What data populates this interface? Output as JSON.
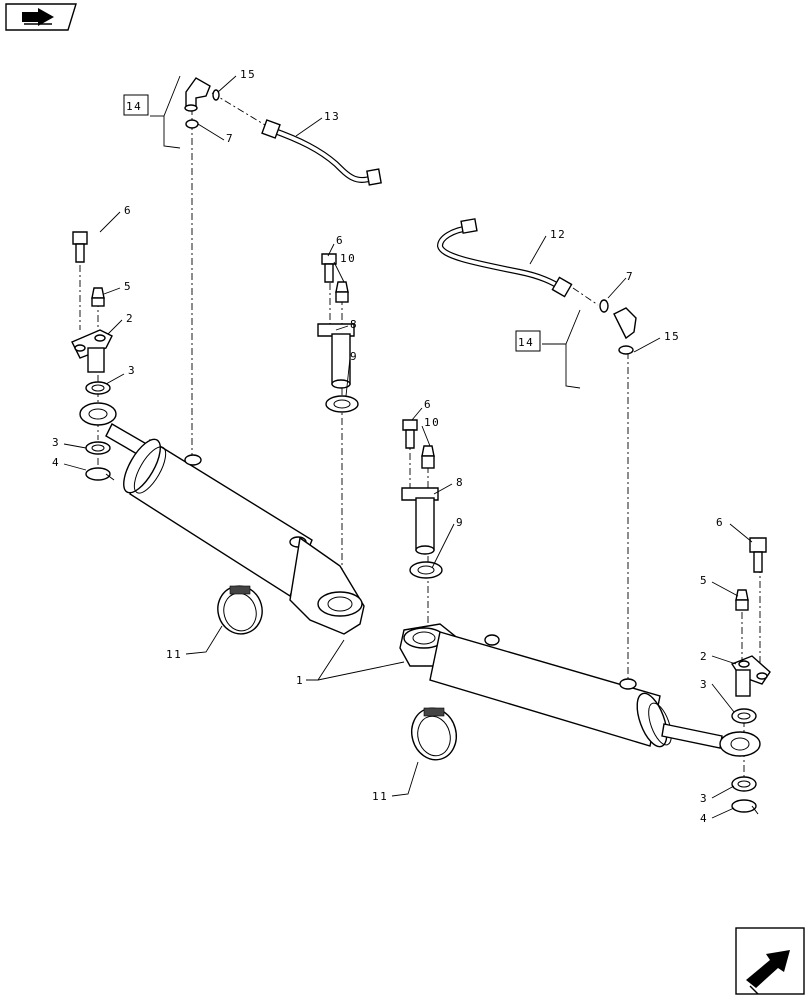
{
  "callouts": {
    "c1": "1",
    "c2a": "2",
    "c2b": "2",
    "c3a": "3",
    "c3b": "3",
    "c3c": "3",
    "c3d": "3",
    "c4a": "4",
    "c4b": "4",
    "c5a": "5",
    "c5b": "5",
    "c6a": "6",
    "c6b": "6",
    "c6c": "6",
    "c6d": "6",
    "c7a": "7",
    "c7b": "7",
    "c8a": "8",
    "c8b": "8",
    "c9a": "9",
    "c9b": "9",
    "c10a": "10",
    "c10b": "10",
    "c11a": "11",
    "c11b": "11",
    "c12": "12",
    "c13": "13",
    "c14a": "14",
    "c14b": "14",
    "c15a": "15",
    "c15b": "15"
  },
  "icons": {
    "top_left": "book-arrow-icon",
    "bottom_right": "next-page-arrow-icon"
  }
}
